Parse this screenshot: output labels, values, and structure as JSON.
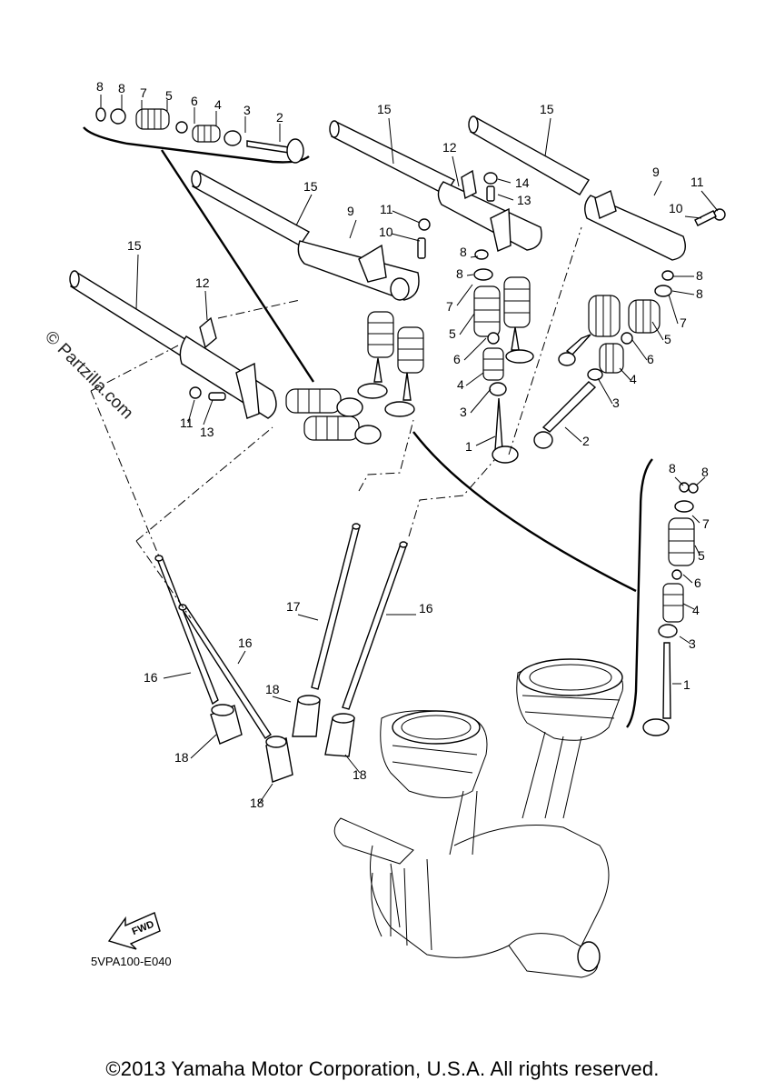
{
  "diagram": {
    "callouts": {
      "c1": "8",
      "c2": "8",
      "c3": "7",
      "c4": "5",
      "c5": "6",
      "c6": "4",
      "c7": "3",
      "c8": "2",
      "c9": "15",
      "c10": "15",
      "c11": "15",
      "c12": "15",
      "c13": "12",
      "c14": "14",
      "c15": "13",
      "c16": "9",
      "c17": "11",
      "c18": "10",
      "c19": "9",
      "c20": "11",
      "c21": "10",
      "c22": "12",
      "c23": "11",
      "c24": "13",
      "c25": "8",
      "c26": "8",
      "c27": "7",
      "c28": "5",
      "c29": "6",
      "c30": "4",
      "c31": "3",
      "c32": "1",
      "c33": "8",
      "c34": "8",
      "c35": "7",
      "c36": "5",
      "c37": "6",
      "c38": "4",
      "c39": "3",
      "c40": "2",
      "c41": "8",
      "c42": "8",
      "c43": "7",
      "c44": "5",
      "c45": "6",
      "c46": "4",
      "c47": "3",
      "c48": "1",
      "c49": "17",
      "c50": "16",
      "c51": "16",
      "c52": "16",
      "c53": "18",
      "c54": "18",
      "c55": "18",
      "c56": "18"
    },
    "fwd_label": "FWD",
    "code": "5VPA100-E040",
    "watermark": "© Partzilla.com",
    "copyright": "©2013 Yamaha Motor Corporation, U.S.A. All rights reserved."
  }
}
